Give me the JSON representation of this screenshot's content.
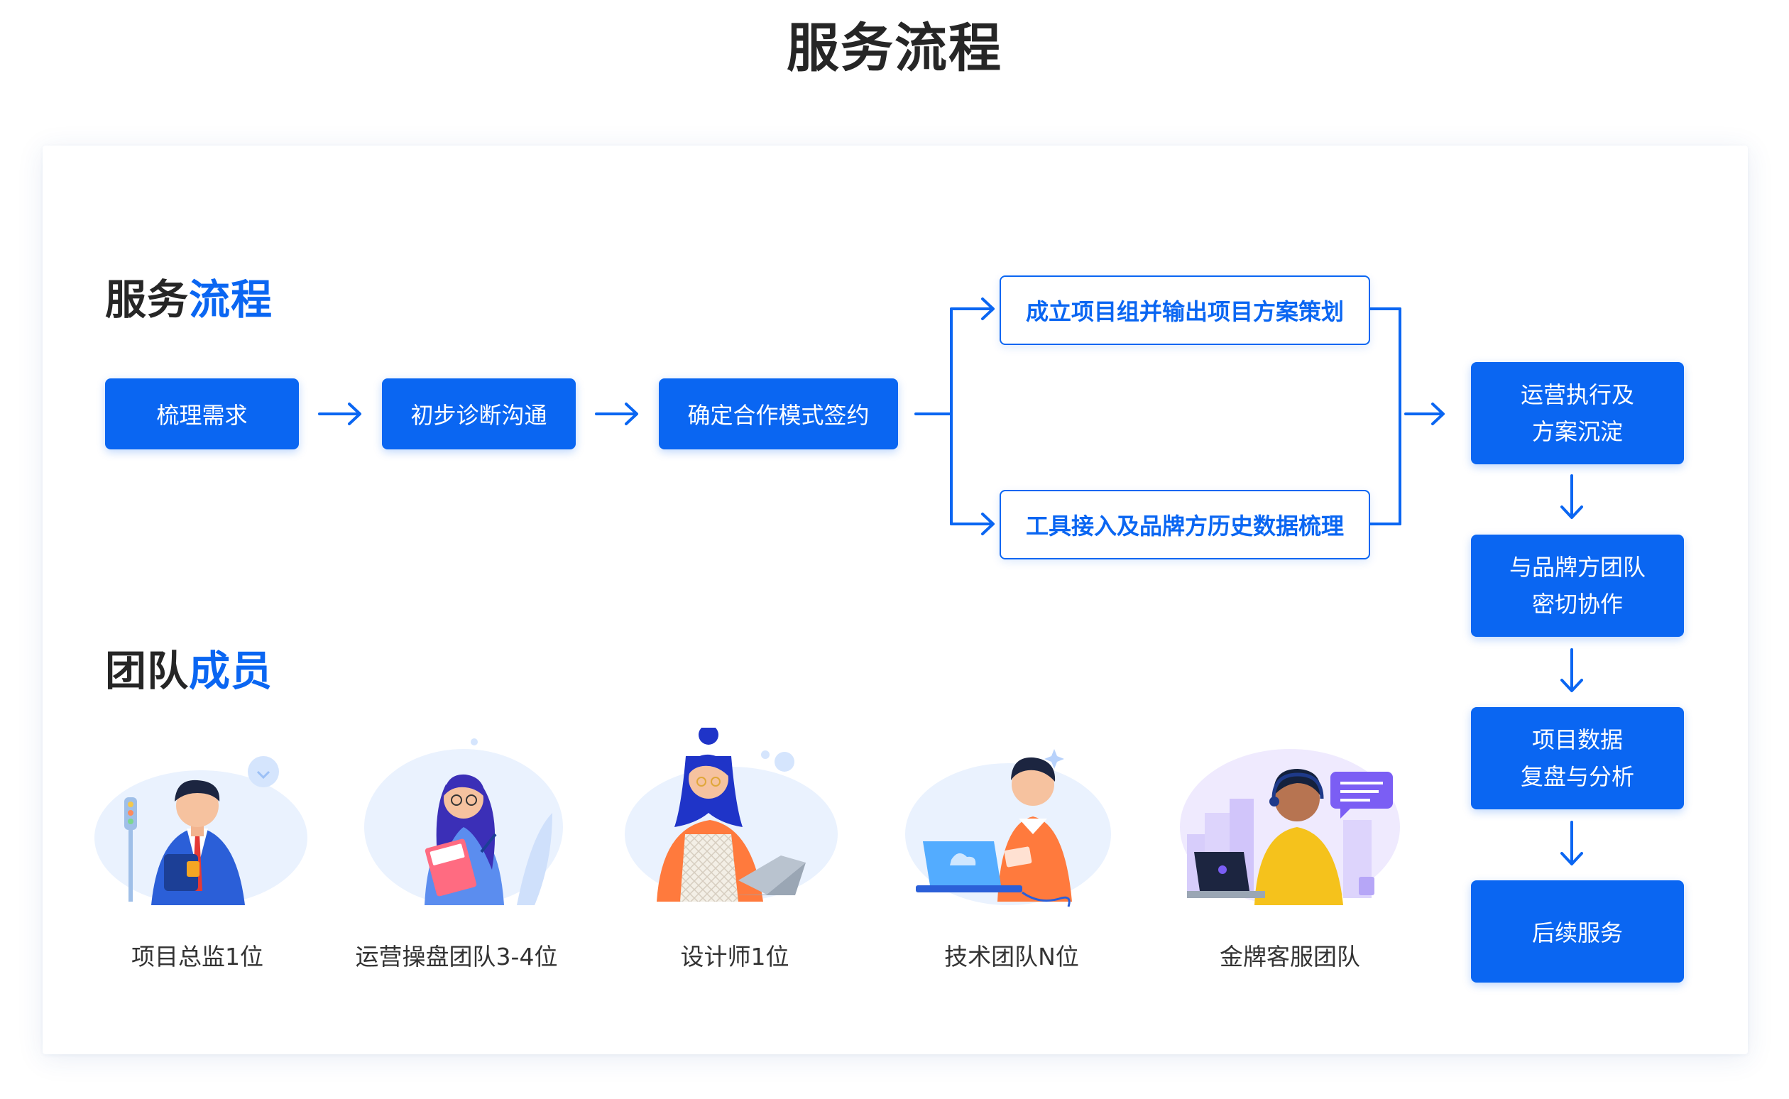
{
  "page_title": "服务流程",
  "sections": {
    "process_title_main": "服务",
    "process_title_accent": "流程",
    "team_title_main": "团队",
    "team_title_accent": "成员"
  },
  "flow": {
    "steps": [
      "梳理需求",
      "初步诊断沟通",
      "确定合作模式签约"
    ],
    "branches": [
      "成立项目组并输出项目方案策划",
      "工具接入及品牌方历史数据梳理"
    ],
    "column": [
      {
        "line1": "运营执行及",
        "line2": "方案沉淀"
      },
      {
        "line1": "与品牌方团队",
        "line2": "密切协作"
      },
      {
        "line1": "项目数据",
        "line2": "复盘与分析"
      },
      {
        "line1": "后续服务",
        "line2": ""
      }
    ]
  },
  "team": {
    "members": [
      {
        "label": "项目总监1位",
        "icon": "manager-illustration"
      },
      {
        "label": "运营操盘团队3-4位",
        "icon": "operator-illustration"
      },
      {
        "label": "设计师1位",
        "icon": "designer-illustration"
      },
      {
        "label": "技术团队N位",
        "icon": "developer-illustration"
      },
      {
        "label": "金牌客服团队",
        "icon": "customer-service-illustration"
      }
    ]
  },
  "colors": {
    "accent": "#0a66f2",
    "text": "#262626",
    "background": "#ffffff"
  }
}
